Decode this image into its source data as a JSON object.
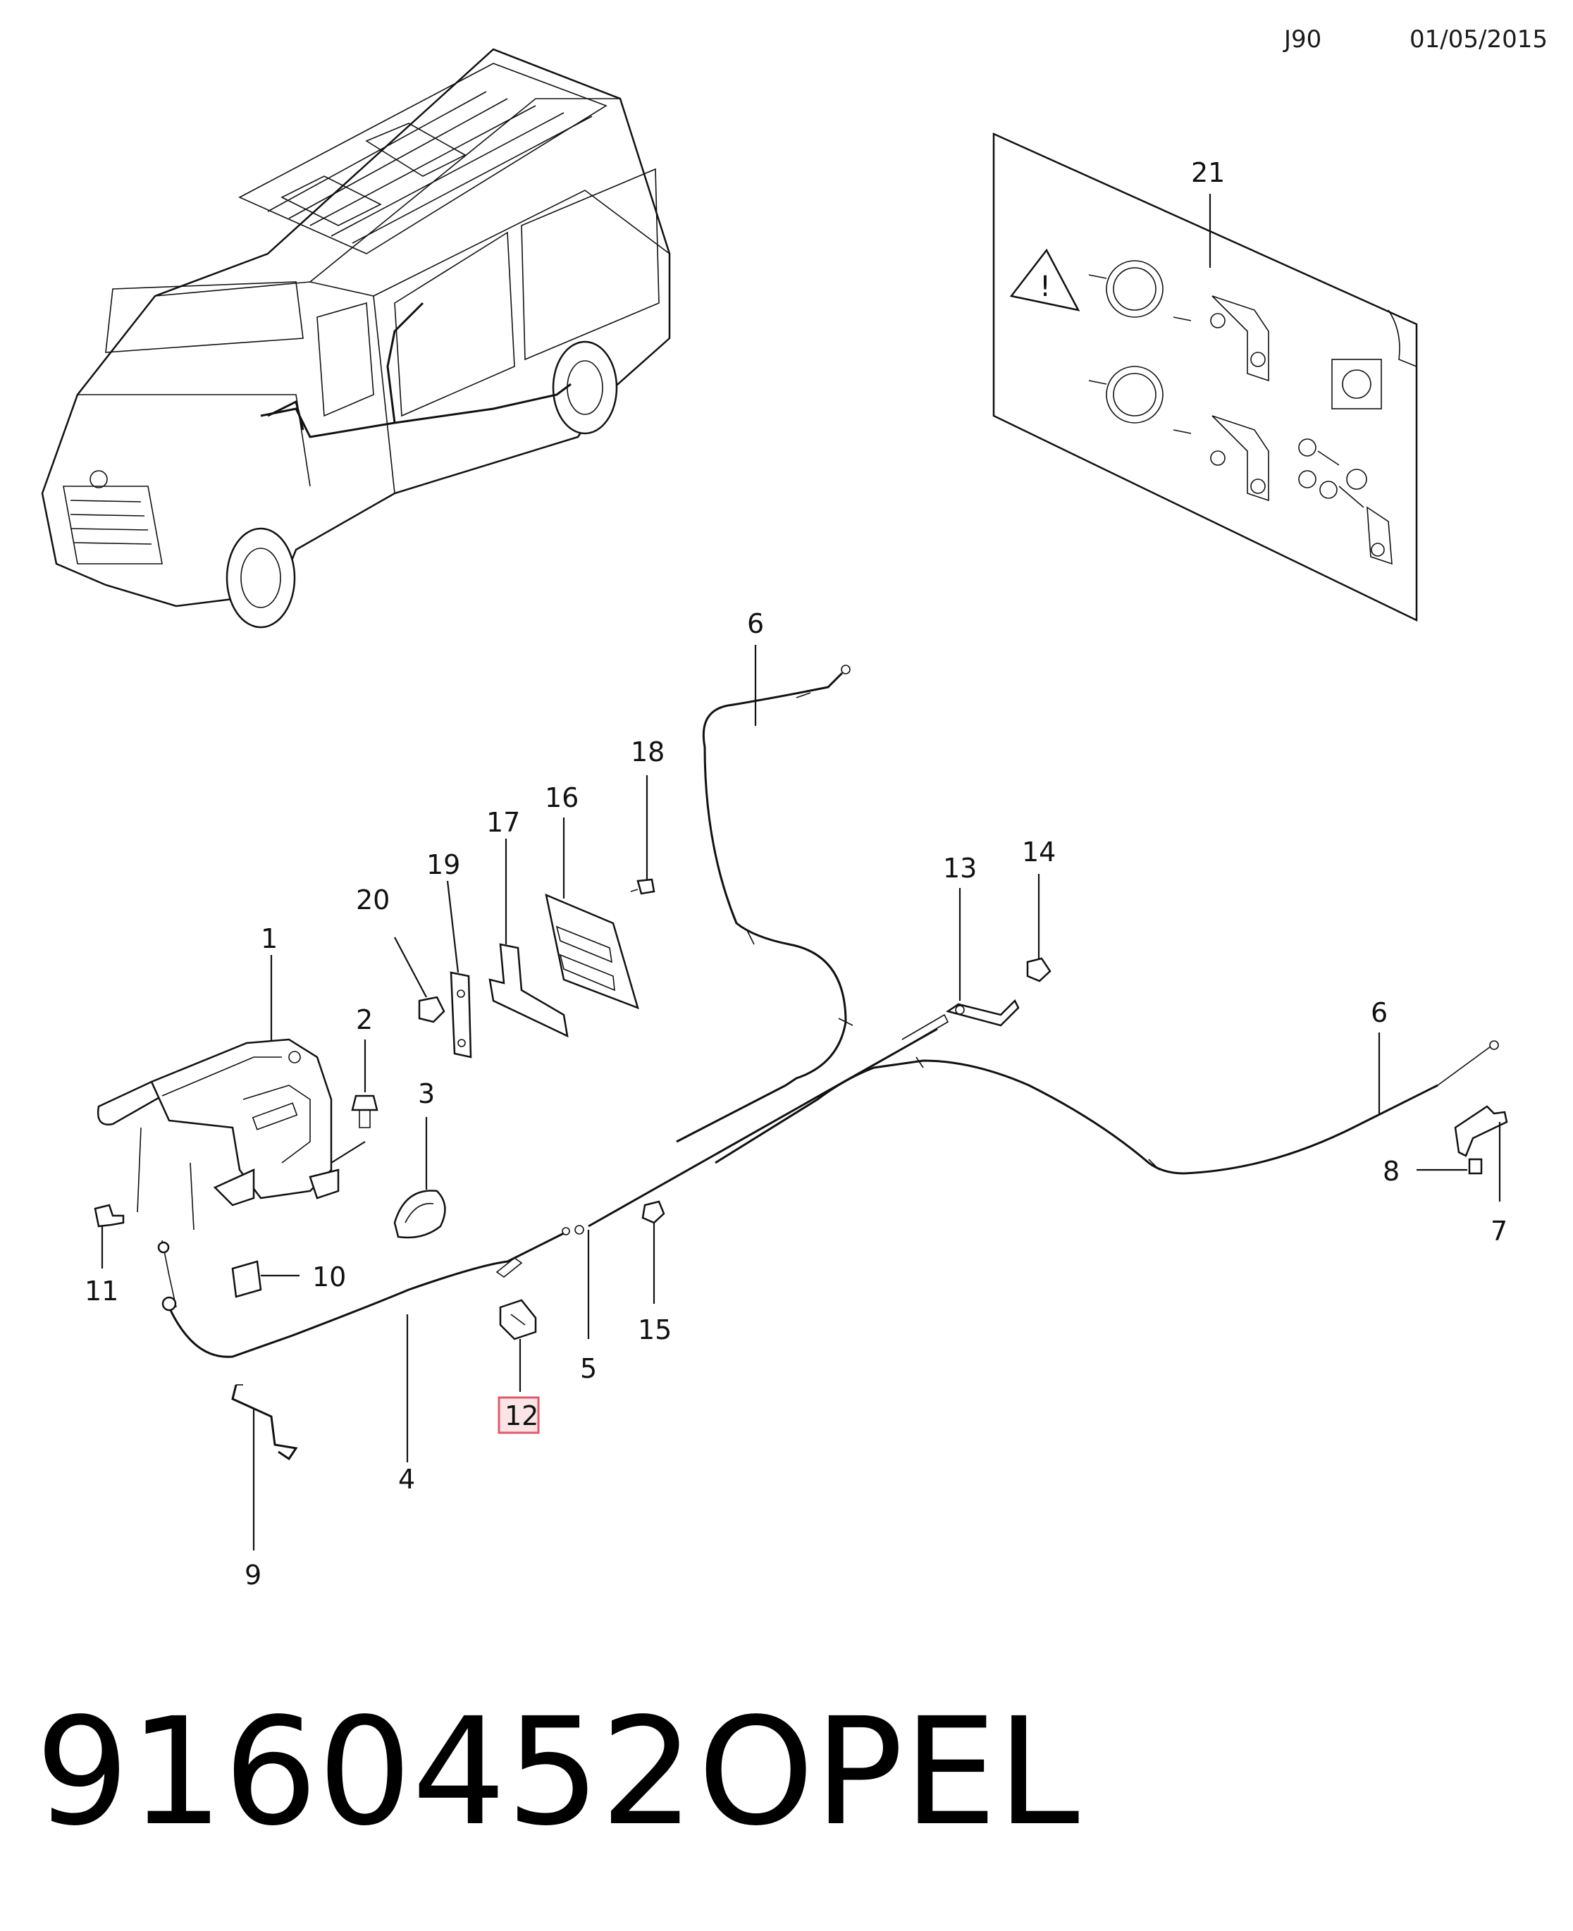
{
  "header": {
    "code": "J90",
    "date": "01/05/2015"
  },
  "footer": {
    "part_number": "9160452",
    "brand": "OPEL"
  },
  "callouts": {
    "c1": "1",
    "c2": "2",
    "c3": "3",
    "c4": "4",
    "c5": "5",
    "c6a": "6",
    "c6b": "6",
    "c7": "7",
    "c8": "8",
    "c9": "9",
    "c10": "10",
    "c11": "11",
    "c12": "12",
    "c13": "13",
    "c14": "14",
    "c15": "15",
    "c16": "16",
    "c17": "17",
    "c18": "18",
    "c19": "19",
    "c20": "20",
    "c21": "21"
  },
  "highlight": {
    "callout": "12",
    "color": "#e05a6a"
  },
  "colors": {
    "line": "#111111",
    "background": "#ffffff"
  }
}
